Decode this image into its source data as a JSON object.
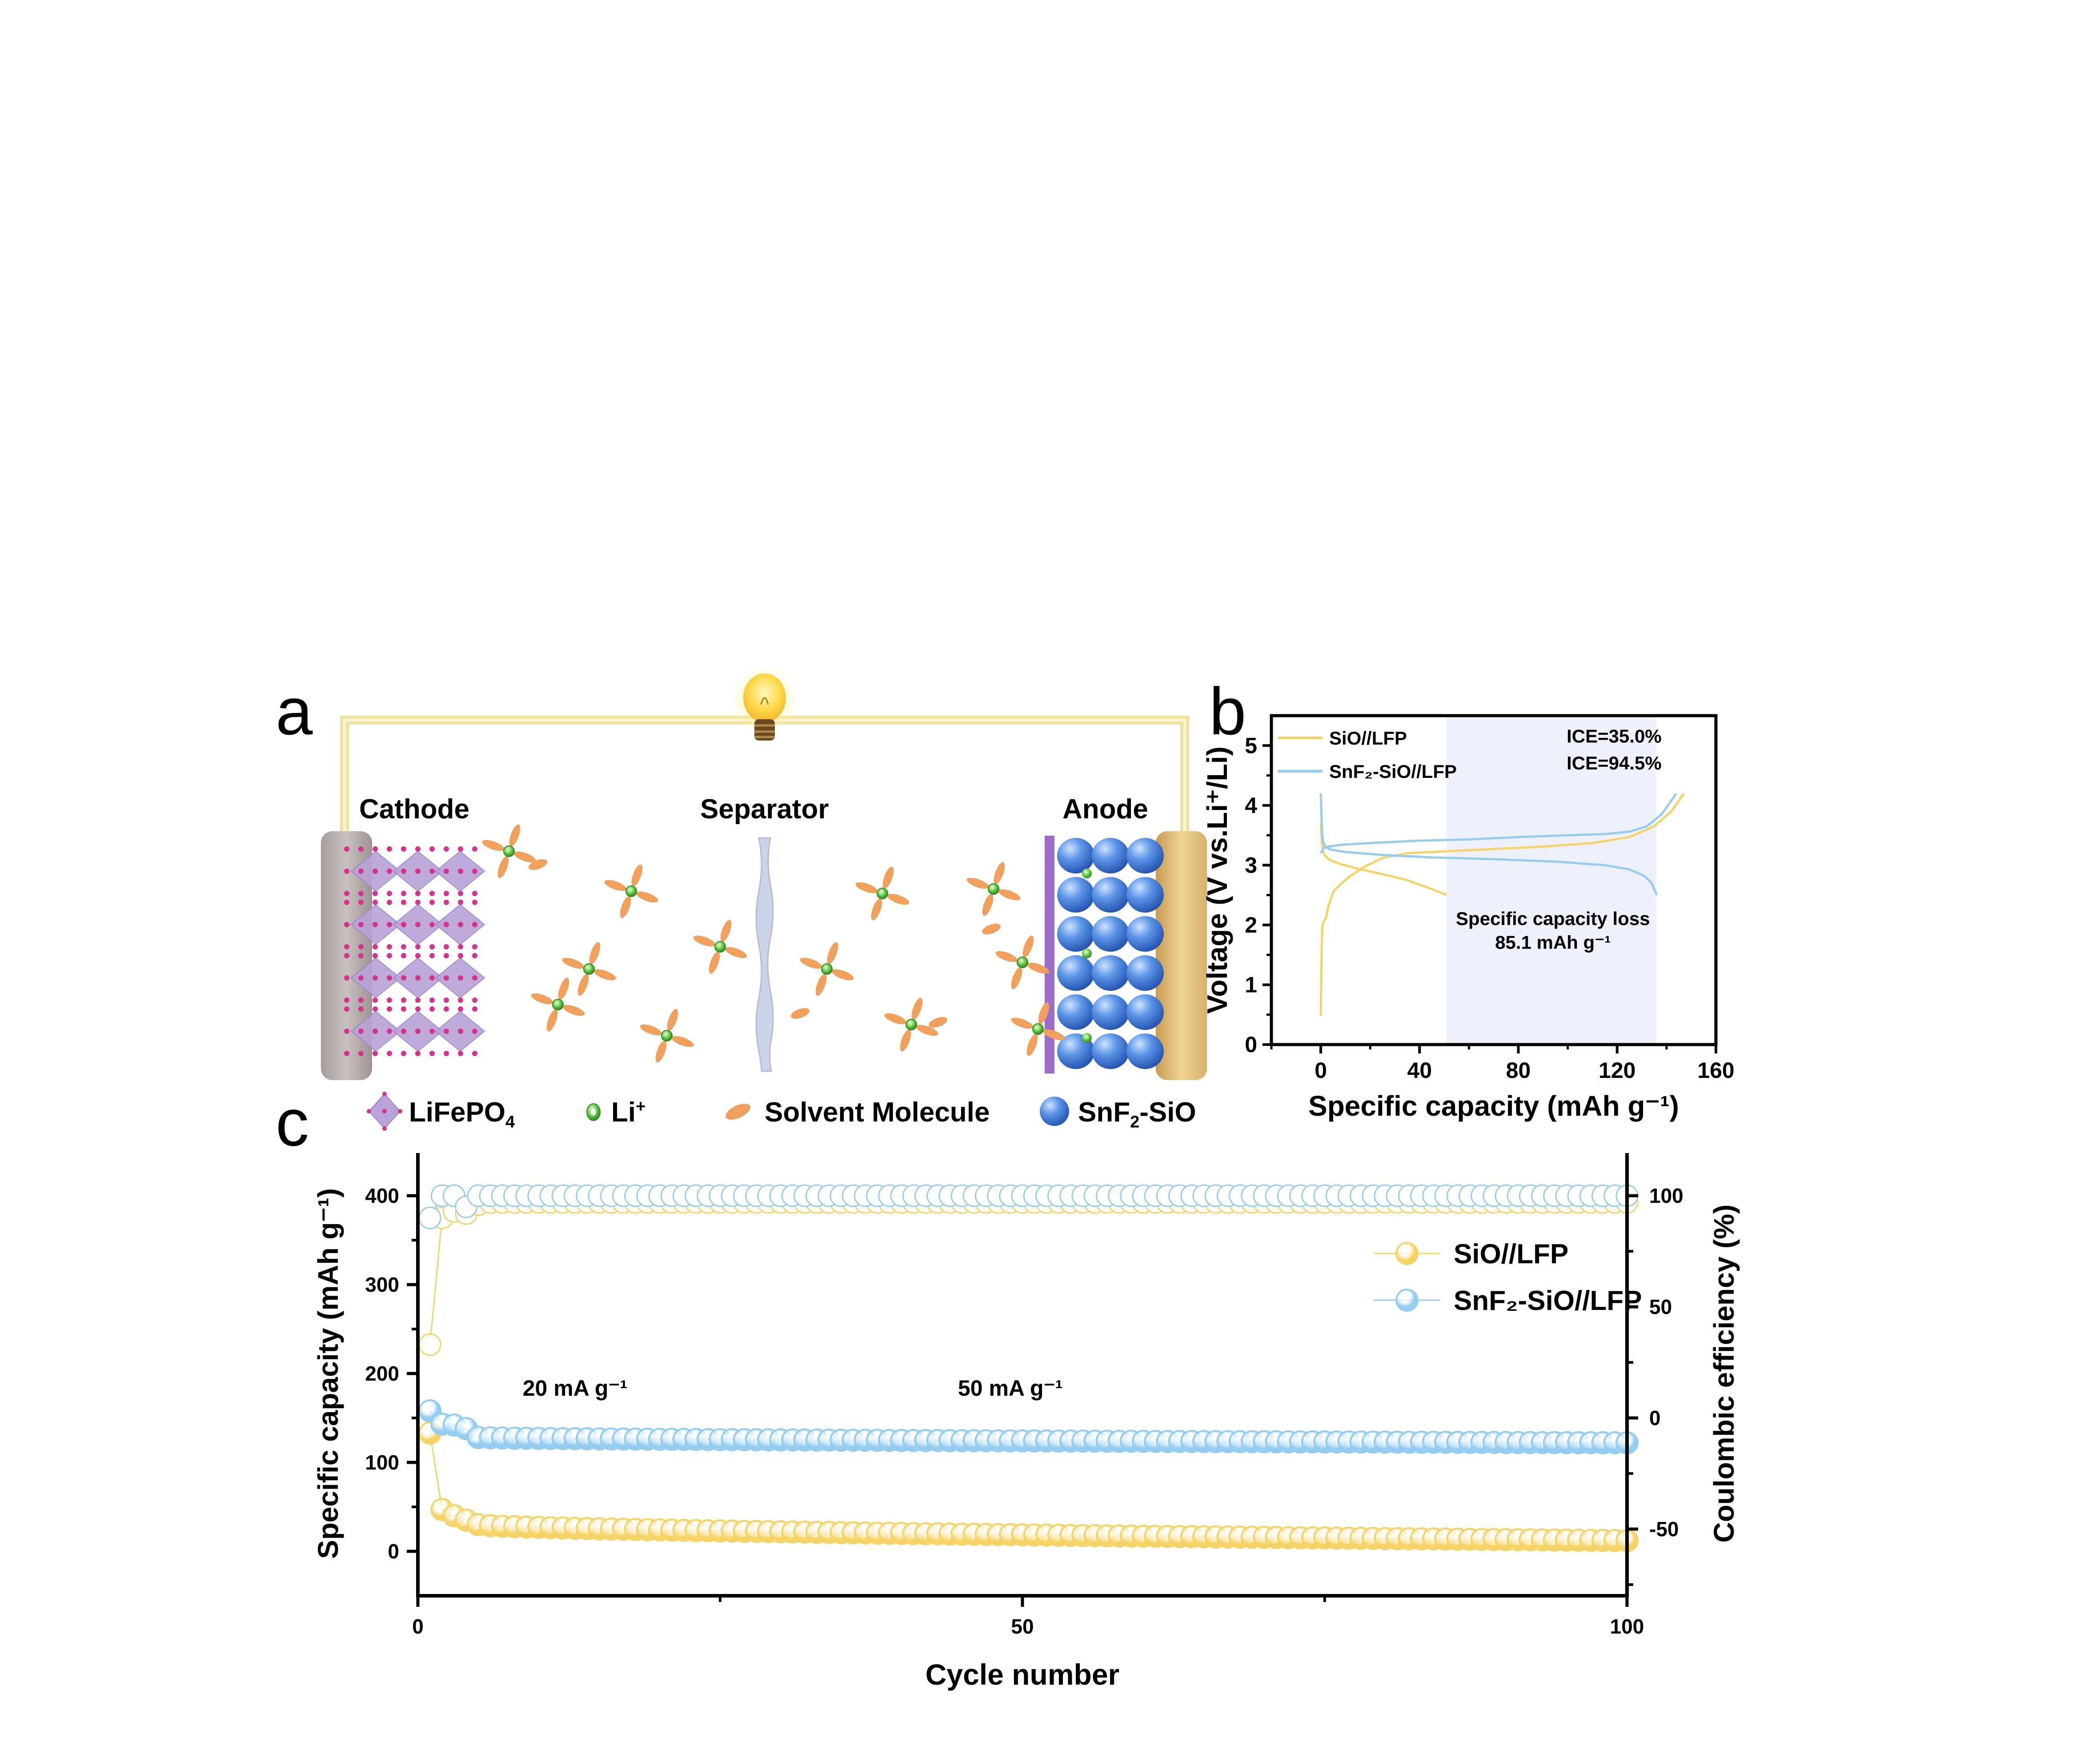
{
  "panel_labels": {
    "a": "a",
    "b": "b",
    "c": "c"
  },
  "schematic": {
    "labels": {
      "cathode": "Cathode",
      "separator": "Separator",
      "anode": "Anode"
    },
    "legend": [
      {
        "icon": "octahedron-icon",
        "label": "LiFePO",
        "sub": "4",
        "sup": ""
      },
      {
        "icon": "li-ion-icon",
        "label": "Li",
        "sub": "",
        "sup": "+"
      },
      {
        "icon": "solvent-molecule-icon",
        "label": "Solvent Molecule",
        "sub": "",
        "sup": ""
      },
      {
        "icon": "sphere-icon",
        "label": "SnF",
        "sub": "2",
        "sup": "",
        "tail": "-SiO"
      }
    ],
    "colors": {
      "wire": "#f3e7a0",
      "cathode_plate": "#b3a8a8",
      "anode_plate": "#e3c27e",
      "lifepo4": "#b9a3d8",
      "lifepo4_dot": "#d6338f",
      "li_ion": "#5ec43f",
      "solvent": "#f0a05a",
      "snf2_sio": "#3f7fd8",
      "separator": "#c9d2e4",
      "anode_film": "#9b6cc8",
      "bulb": "#ffd84a"
    }
  },
  "chart_data": [
    {
      "id": "b",
      "type": "line",
      "xlabel": "Specific capacity (mAh g⁻¹)",
      "ylabel": "Voltage (V vs.Li⁺/Li)",
      "xlim": [
        -20,
        160
      ],
      "ylim": [
        0,
        5.5
      ],
      "xticks": [
        0,
        40,
        80,
        120,
        160
      ],
      "yticks": [
        0,
        1,
        2,
        3,
        4,
        5
      ],
      "grid": false,
      "legend_position": "top-left",
      "shaded_region": {
        "x": [
          51,
          136
        ],
        "color": "#eef0fc"
      },
      "annotations": [
        {
          "text": "ICE=35.0%",
          "x": 138,
          "y": 5.05
        },
        {
          "text": "ICE=94.5%",
          "x": 138,
          "y": 4.6
        },
        {
          "text": "Specific capacity loss",
          "x": 94,
          "y": 2.0
        },
        {
          "text": "85.1 mAh g⁻¹",
          "x": 94,
          "y": 1.6
        }
      ],
      "series": [
        {
          "name": "SiO//LFP",
          "color": "#f5d465",
          "charge": {
            "x": [
              0,
              0.3,
              0.6,
              1,
              2,
              3,
              5,
              8,
              12,
              18,
              25,
              35,
              50,
              70,
              90,
              110,
              125,
              135,
              142,
              147
            ],
            "y": [
              0.48,
              1.5,
              1.95,
              2.05,
              2.1,
              2.3,
              2.55,
              2.68,
              2.82,
              2.98,
              3.12,
              3.2,
              3.23,
              3.27,
              3.31,
              3.37,
              3.47,
              3.65,
              3.9,
              4.2
            ]
          },
          "discharge": {
            "x": [
              0,
              0.5,
              1,
              2,
              4,
              8,
              15,
              25,
              35,
              45,
              51
            ],
            "y": [
              3.7,
              3.35,
              3.22,
              3.14,
              3.08,
              3.02,
              2.94,
              2.85,
              2.75,
              2.6,
              2.5
            ]
          }
        },
        {
          "name": "SnF₂-SiO//LFP",
          "color": "#94cdf0",
          "charge": {
            "x": [
              0,
              0.3,
              1,
              3,
              8,
              20,
              40,
              60,
              80,
              100,
              115,
              125,
              132,
              138,
              144
            ],
            "y": [
              3.2,
              3.22,
              3.28,
              3.31,
              3.34,
              3.37,
              3.41,
              3.43,
              3.47,
              3.5,
              3.52,
              3.56,
              3.65,
              3.85,
              4.2
            ]
          },
          "discharge": {
            "x": [
              0,
              0.3,
              0.6,
              1,
              2,
              4,
              10,
              25,
              45,
              70,
              95,
              115,
              125,
              131,
              134,
              136
            ],
            "y": [
              4.2,
              3.8,
              3.5,
              3.38,
              3.3,
              3.26,
              3.22,
              3.17,
              3.13,
              3.1,
              3.06,
              3.0,
              2.93,
              2.82,
              2.7,
              2.5
            ]
          }
        }
      ]
    },
    {
      "id": "c",
      "type": "scatter",
      "xlabel": "Cycle number",
      "ylabel_left": "Specific capacity (mAh g⁻¹)",
      "ylabel_right": "Coulombic efficiency (%)",
      "xlim": [
        0,
        100
      ],
      "ylim_left": [
        -50,
        450
      ],
      "ylim_right": [
        -80,
        120
      ],
      "xticks": [
        0,
        50,
        100
      ],
      "yticks_left": [
        0,
        100,
        200,
        300,
        400
      ],
      "yticks_right": [
        -50,
        0,
        50,
        100
      ],
      "grid": false,
      "legend_position": "top-right",
      "annotations": [
        {
          "text": "20 mA g⁻¹",
          "x": 13,
          "y": 175
        },
        {
          "text": "50 mA g⁻¹",
          "x": 49,
          "y": 175
        }
      ],
      "series": [
        {
          "name": "SiO//LFP",
          "color": "#f5d465",
          "capacity": {
            "first_cycles": [
              133,
              47,
              40,
              35,
              30
            ],
            "cycle5": 30,
            "cycle100": 12
          },
          "efficiency": {
            "first_cycles": [
              33,
              90,
              93,
              92,
              96
            ],
            "steady": 97
          }
        },
        {
          "name": "SnF₂-SiO//LFP",
          "color": "#94cdf0",
          "capacity": {
            "first_cycles": [
              158,
              143,
              142,
              138,
              128
            ],
            "cycle5": 128,
            "cycle100": 122
          },
          "efficiency": {
            "first_cycles": [
              90,
              100,
              100,
              95,
              100
            ],
            "steady": 100
          }
        }
      ]
    }
  ]
}
